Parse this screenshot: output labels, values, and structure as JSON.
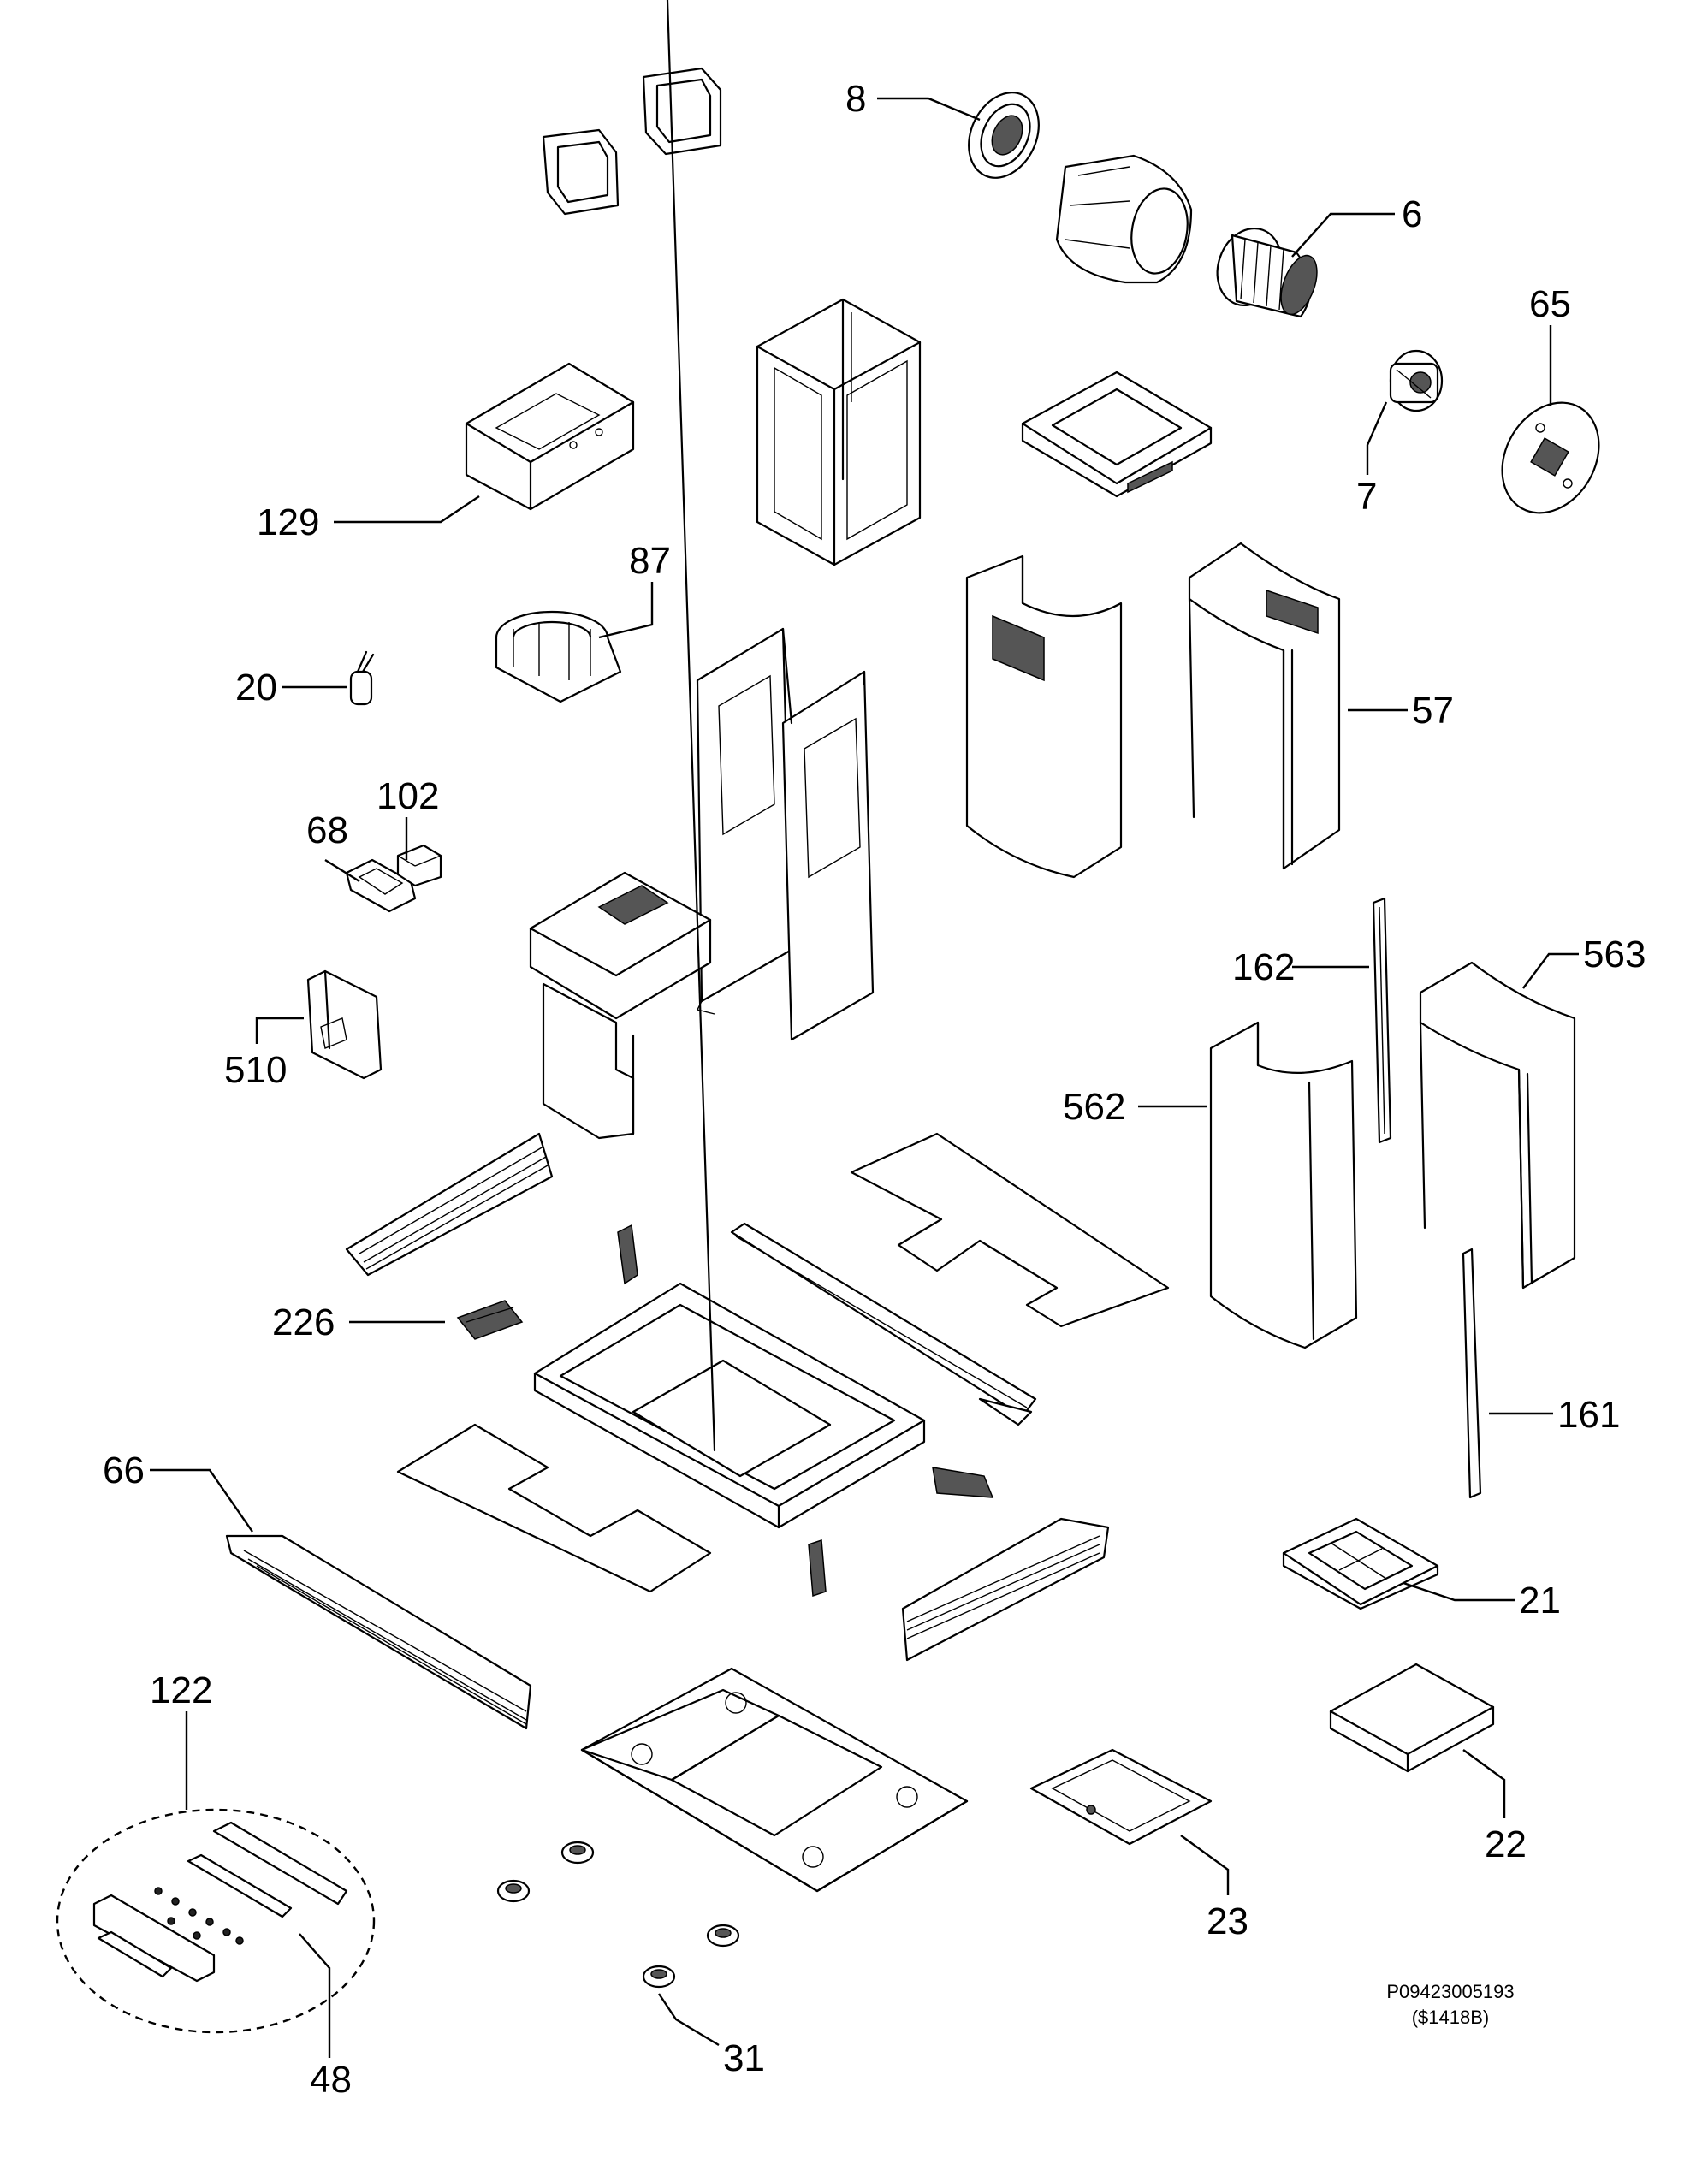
{
  "callouts": {
    "c8": "8",
    "c6": "6",
    "c65": "65",
    "c7": "7",
    "c129": "129",
    "c87": "87",
    "c20": "20",
    "c57": "57",
    "c102": "102",
    "c68": "68",
    "c162": "162",
    "c563": "563",
    "c510": "510",
    "c562": "562",
    "c226": "226",
    "c161": "161",
    "c66": "66",
    "c21": "21",
    "c122": "122",
    "c22": "22",
    "c23": "23",
    "c31": "31",
    "c48": "48"
  },
  "drawing_code": {
    "part_number": "P09423005193",
    "revision": "($1418B)"
  }
}
